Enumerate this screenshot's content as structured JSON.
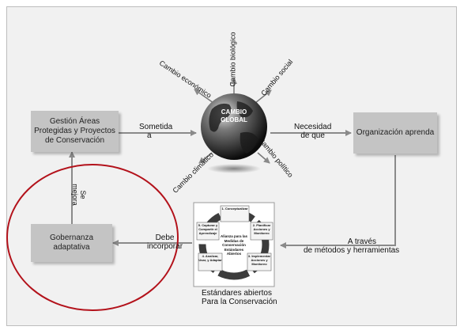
{
  "nodes": {
    "gestion": "Gestión Áreas Protegidas y Proyectos de Conservación",
    "gobernanza": "Gobernanza adaptativa",
    "organizacion": "Organización aprenda"
  },
  "edges": {
    "sometida_1": "Sometida",
    "sometida_2": "a",
    "necesidad_1": "Necesidad",
    "necesidad_2": "de que",
    "atraves_1": "A través",
    "atraves_2": "de métodos y herramientas",
    "debe_1": "Debe",
    "debe_2": "incorporar",
    "semejora_1": "Se",
    "semejora_2": "mejora"
  },
  "globe": {
    "line1": "CAMBIO",
    "line2": "GLOBAL"
  },
  "changes": {
    "economico": "Cambio económico",
    "biologico": "Cambio biológico",
    "social": "Cambio social",
    "climatico": "Cambio climático",
    "politico": "Cambio político"
  },
  "standards": {
    "caption_1": "Estándares abiertos",
    "caption_2": "Para la Conservación",
    "center": "Alianza para las Medidas de Conservación Estándares Abiertos",
    "step1": "1. Conceptualizar",
    "step2": "2. Planificar Acciones y Monitoreo",
    "step3": "3. Implementar Acciones y Monitoreo",
    "step4": "4. Analizar, Usar, y Adaptar",
    "step5": "5. Capturar y Compartir el Aprendizaje"
  }
}
